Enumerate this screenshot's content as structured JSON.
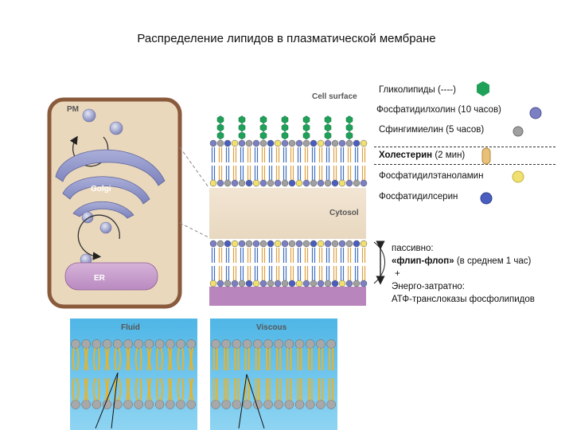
{
  "title": "Распределение липидов в плазматической мембране",
  "cell": {
    "pm_label": "PM",
    "golgi_label": "Golgi",
    "er_label": "ER"
  },
  "membrane": {
    "cell_surface_label": "Cell surface",
    "cytosol_label": "Cytosol"
  },
  "legend": [
    {
      "id": "glycolipids",
      "label": "Гликолипиды (----)",
      "marker": "hexagon",
      "color": "#1fa15a"
    },
    {
      "id": "pc",
      "label": "Фосфатидилхолин (10 часов)",
      "marker": "circle",
      "color": "#7b7fc4"
    },
    {
      "id": "sm",
      "label": "Сфингимиелин (5 часов)",
      "marker": "circle",
      "color": "#9a9a9a"
    },
    {
      "id": "chol",
      "label_bold": "Холестерин",
      "label_rest": " (2 мин)",
      "marker": "capsule",
      "color": "#e8c078"
    },
    {
      "id": "pe",
      "label": "Фосфатидилэтаноламин",
      "marker": "circle",
      "color": "#f0e070"
    },
    {
      "id": "ps",
      "label": "Фосфатидилсерин",
      "marker": "circle",
      "color": "#4a5ec0"
    }
  ],
  "flip": {
    "line1": "пассивно:",
    "line2_bold": "«флип-флоп»",
    "line2_rest": " (в среднем 1 час)",
    "line3": "+",
    "line4": "Энерго-затратно:",
    "line5": "АТФ-транслоказы  фосфолипидов"
  },
  "panels": {
    "fluid_label": "Fluid",
    "viscous_label": "Viscous"
  }
}
